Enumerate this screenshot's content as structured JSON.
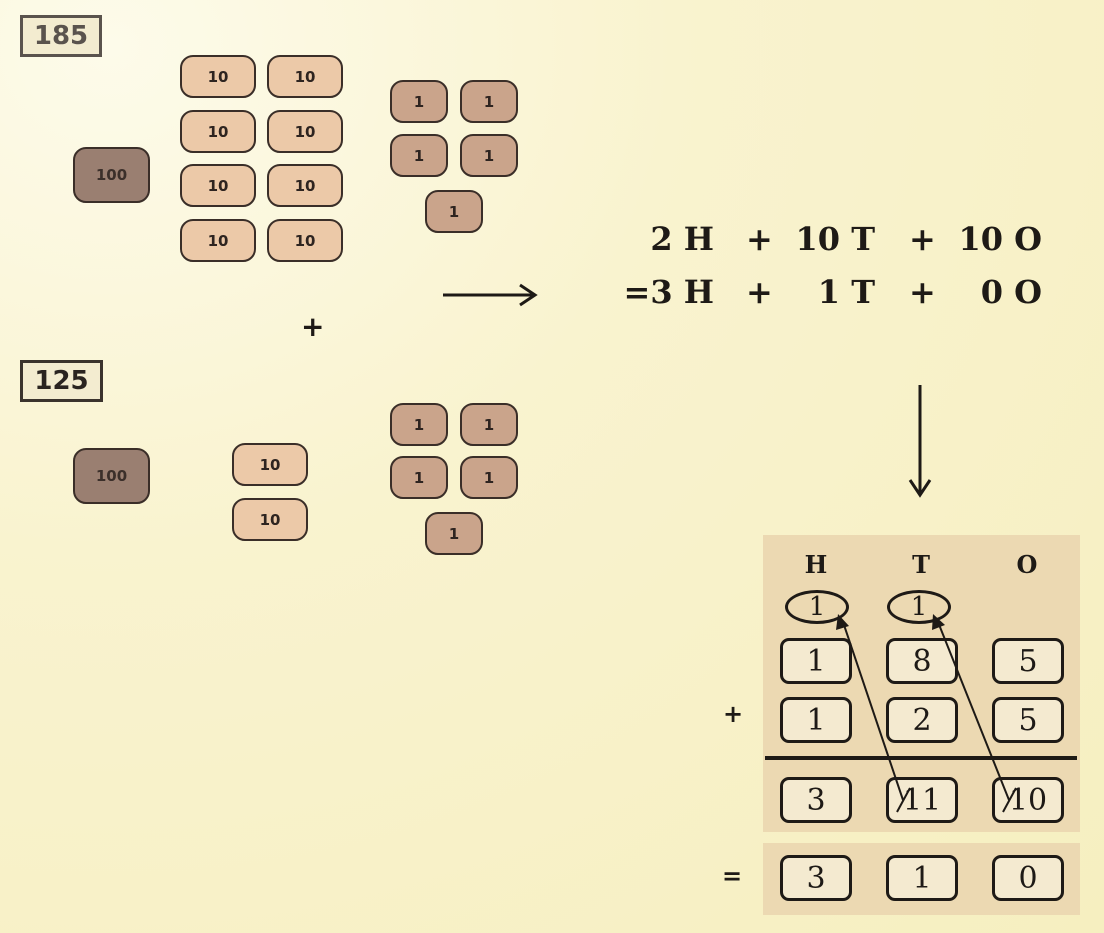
{
  "top_number": "185",
  "bottom_number": "125",
  "tile_labels": {
    "hundred": "100",
    "ten": "10",
    "one": "1"
  },
  "plus": "+",
  "equals": "=",
  "equation": {
    "line1": [
      "2 H",
      "+",
      "10 T",
      "+",
      "10 O"
    ],
    "line2": [
      "=3 H",
      "+",
      "1 T",
      "+",
      "0 O"
    ]
  },
  "table": {
    "headers": [
      "H",
      "T",
      "O"
    ],
    "carries": [
      "1",
      "1"
    ],
    "row1": [
      "1",
      "8",
      "5"
    ],
    "row2": [
      "1",
      "2",
      "5"
    ],
    "sum_row": [
      "3",
      "11",
      "10"
    ],
    "sum_row_crossed": [
      "",
      "1",
      "1"
    ],
    "result": [
      "3",
      "1",
      "0"
    ]
  }
}
